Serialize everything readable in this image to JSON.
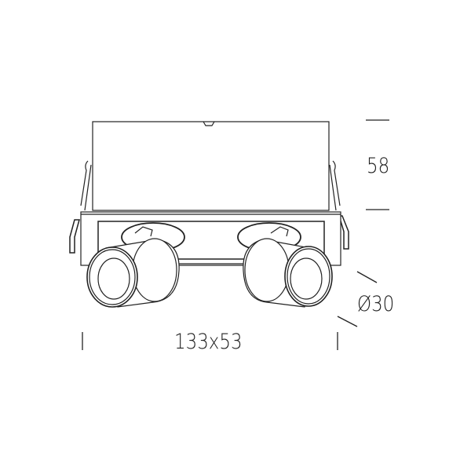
{
  "dimensions": {
    "height": "58",
    "diameter": "Ø30",
    "footprint": "133x53"
  },
  "colors": {
    "line": "#222222",
    "background": "#ffffff"
  }
}
